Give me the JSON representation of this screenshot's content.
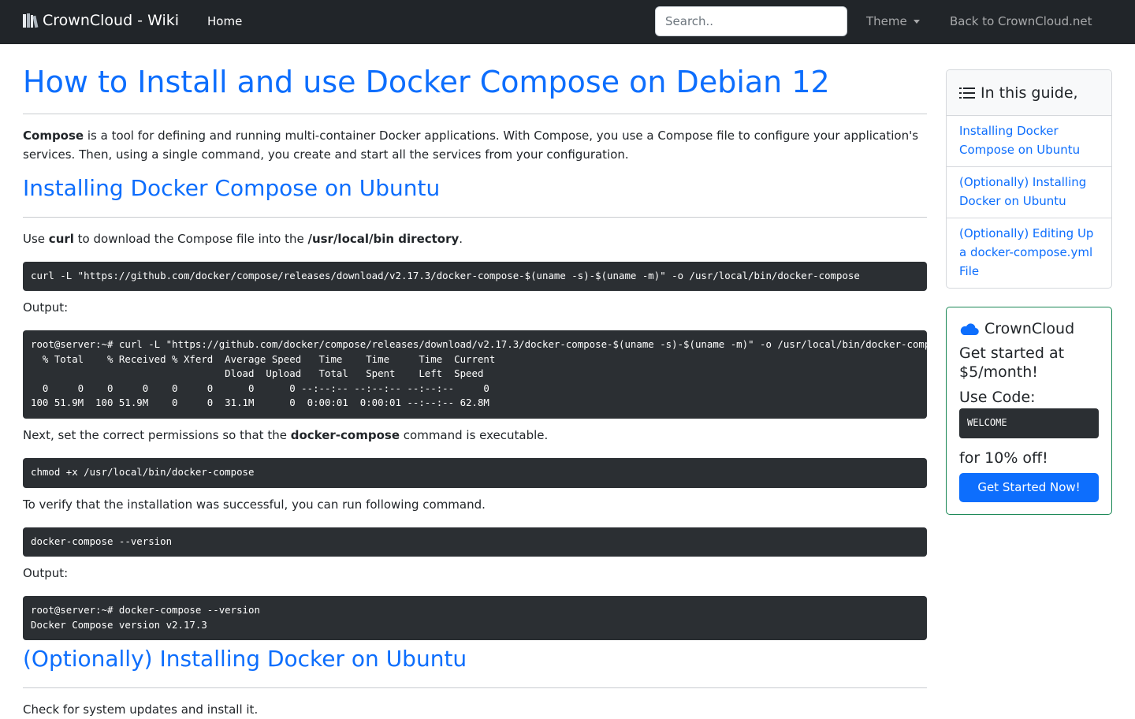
{
  "nav": {
    "brand": "CrownCloud - Wiki",
    "home": "Home",
    "search_placeholder": "Search..",
    "theme": "Theme",
    "back": "Back to CrownCloud.net"
  },
  "article": {
    "title": "How to Install and use Docker Compose on Debian 12",
    "intro": {
      "bold": "Compose",
      "text": " is a tool for defining and running multi-container Docker applications. With Compose, you use a Compose file to configure your application's services. Then, using a single command, you create and start all the services from your configuration."
    },
    "section1": "Installing Docker Compose on Ubuntu",
    "p_curl": {
      "t1": "Use ",
      "b1": "curl",
      "t2": " to download the Compose file into the ",
      "b2": "/usr/local/bin directory",
      "t3": "."
    },
    "code_curl": "curl -L \"https://github.com/docker/compose/releases/download/v2.17.3/docker-compose-$(uname -s)-$(uname -m)\" -o /usr/local/bin/docker-compose",
    "output_label_1": "Output:",
    "code_output_1": "root@server:~# curl -L \"https://github.com/docker/compose/releases/download/v2.17.3/docker-compose-$(uname -s)-$(uname -m)\" -o /usr/local/bin/docker-compose\n  % Total    % Received % Xferd  Average Speed   Time    Time     Time  Current\n                                 Dload  Upload   Total   Spent    Left  Speed\n  0     0    0     0    0     0      0      0 --:--:-- --:--:-- --:--:--     0\n100 51.9M  100 51.9M    0     0  31.1M      0  0:00:01  0:00:01 --:--:-- 62.8M",
    "p_perm": {
      "t1": "Next, set the correct permissions so that the ",
      "b1": "docker-compose",
      "t2": " command is executable."
    },
    "code_chmod": "chmod +x /usr/local/bin/docker-compose",
    "p_verify": "To verify that the installation was successful, you can run following command.",
    "code_version": "docker-compose --version",
    "output_label_2": "Output:",
    "code_output_2": "root@server:~# docker-compose --version\nDocker Compose version v2.17.3",
    "section2": "(Optionally) Installing Docker on Ubuntu",
    "p_next": "Check for system updates and install it."
  },
  "toc": {
    "header": "In this guide,",
    "items": [
      "Installing Docker Compose on Ubuntu",
      "(Optionally) Installing Docker on Ubuntu",
      "(Optionally) Editing Up a docker-compose.yml File"
    ]
  },
  "promo": {
    "title": "CrownCloud",
    "line1": "Get started at $5/month!",
    "line2": "Use Code:",
    "code": "WELCOME",
    "off": "for 10% off!",
    "button": "Get Started Now!"
  },
  "colors": {
    "navbar": "#212529",
    "link": "#0d6efd",
    "code_bg": "#2b2f33",
    "promo_border": "#198754"
  }
}
